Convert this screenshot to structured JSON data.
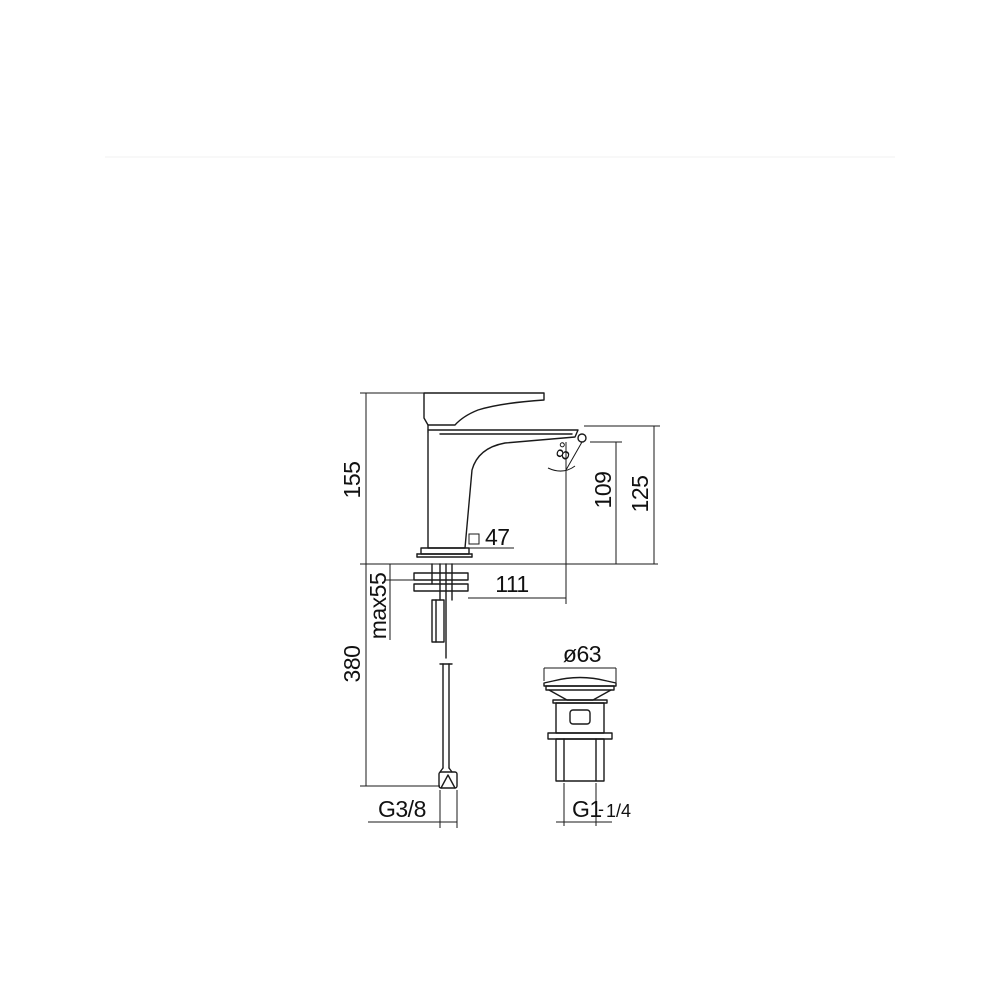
{
  "dimensions": {
    "total_height": "155",
    "spout_height_a": "109",
    "spout_height_b": "125",
    "base_square": "47",
    "spout_reach": "111",
    "max_thickness": "max55",
    "hose_length": "380",
    "spout_angle": "8°",
    "hose_thread": "G3/8",
    "waste_diameter": "ø63",
    "waste_thread_main": "G1",
    "waste_thread_fraction": "1/4"
  },
  "colors": {
    "line": "#1a1a1a",
    "background": "#ffffff"
  }
}
